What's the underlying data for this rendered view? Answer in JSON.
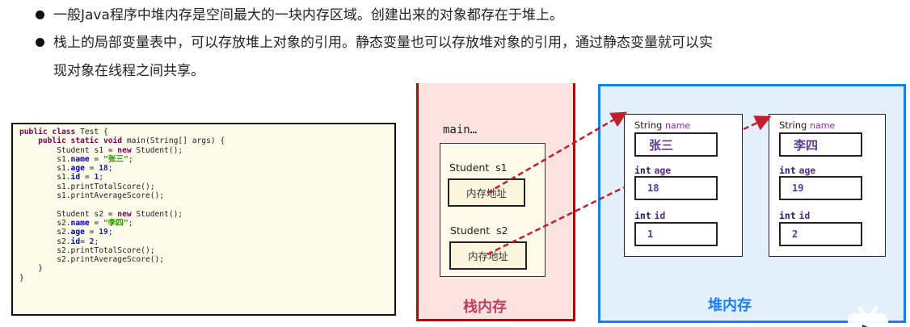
{
  "bullets": [
    {
      "lines": [
        "一般Java程序中堆内存是空间最大的一块内存区域。创建出来的对象都存在于堆上。"
      ]
    },
    {
      "lines": [
        "栈上的局部变量表中，可以存放堆上对象的引用。静态变量也可以存放堆对象的引用，通过静态变量就可以实",
        "现对象在线程之间共享。"
      ]
    }
  ],
  "code": {
    "lines": [
      "public class Test {",
      "    public static void main(String[] args) {",
      "        Student s1 = new Student();",
      "        s1.name = \"张三\";",
      "        s1.age = 18;",
      "        s1.id = 1;",
      "        s1.printTotalScore();",
      "        s1.printAverageScore();",
      "",
      "        Student s2 = new Student();",
      "        s2.name = \"李四\";",
      "        s2.age = 19;",
      "        s2.id= 2;",
      "        s2.printTotalScore();",
      "        s2.printAverageScore();",
      "    }",
      "}"
    ]
  },
  "stack": {
    "label": "栈内存",
    "frame_title": "main…",
    "vars": [
      {
        "label": "Student  s1",
        "value": "内存地址"
      },
      {
        "label": "Student  s2",
        "value": "内存地址"
      }
    ],
    "colors": {
      "border": "#c00000",
      "fill": "#fde2e2",
      "label": "#c04060"
    }
  },
  "heap": {
    "label": "堆内存",
    "colors": {
      "border": "#1a7ff0",
      "fill": "#e3f0fc"
    },
    "objects": [
      {
        "fields": [
          {
            "type": "String",
            "name": "name",
            "value": "张三"
          },
          {
            "type": "int",
            "name": "age",
            "value": "18"
          },
          {
            "type": "int",
            "name": "id",
            "value": "1"
          }
        ]
      },
      {
        "fields": [
          {
            "type": "String",
            "name": "name",
            "value": "李四"
          },
          {
            "type": "int",
            "name": "age",
            "value": "19"
          },
          {
            "type": "int",
            "name": "id",
            "value": "2"
          }
        ]
      }
    ]
  },
  "arrow_color": "#c0202a"
}
